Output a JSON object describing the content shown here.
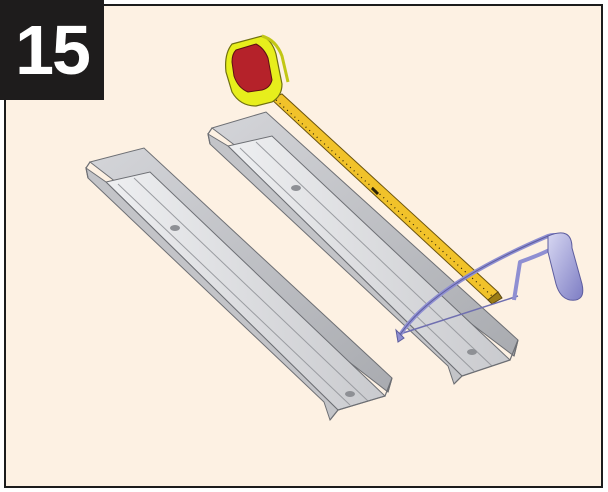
{
  "step": {
    "number": "15"
  },
  "colors": {
    "background": "#fdf1e3",
    "border": "#1c1c1c",
    "badge": "#1e1c1c",
    "metal": "#d9dadd",
    "tape_body": "#e7ee1c",
    "tape_window": "#b5222a",
    "tape_blade": "#f1c22a",
    "saw": "#a9a9de"
  },
  "icons": [
    "steel-channel-left",
    "steel-channel-right",
    "tape-measure-icon",
    "hacksaw-icon"
  ]
}
